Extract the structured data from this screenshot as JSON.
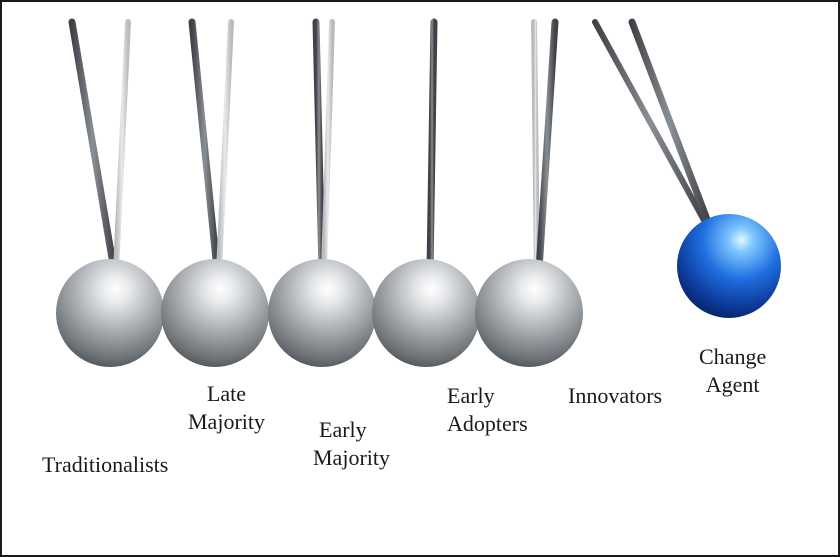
{
  "diagram": {
    "balls": [
      {
        "id": "ball-traditionalists",
        "color": "silver"
      },
      {
        "id": "ball-late-majority",
        "color": "silver"
      },
      {
        "id": "ball-early-majority",
        "color": "silver"
      },
      {
        "id": "ball-early-adopters",
        "color": "silver"
      },
      {
        "id": "ball-innovators",
        "color": "silver"
      },
      {
        "id": "ball-change-agent",
        "color": "blue"
      }
    ],
    "labels": {
      "traditionalists": "Traditionalists",
      "late_majority_line1": "Late",
      "late_majority_line2": "Majority",
      "early_majority_line1": "Early",
      "early_majority_line2": "Majority",
      "early_adopters_line1": "Early",
      "early_adopters_line2": "Adopters",
      "innovators": "Innovators",
      "change_agent_line1": "Change",
      "change_agent_line2": "Agent"
    },
    "colors": {
      "silver_ball": "#9aa0a6",
      "blue_ball": "#1f5fd6",
      "string": "#555a60",
      "text": "#1a1a1a"
    }
  }
}
